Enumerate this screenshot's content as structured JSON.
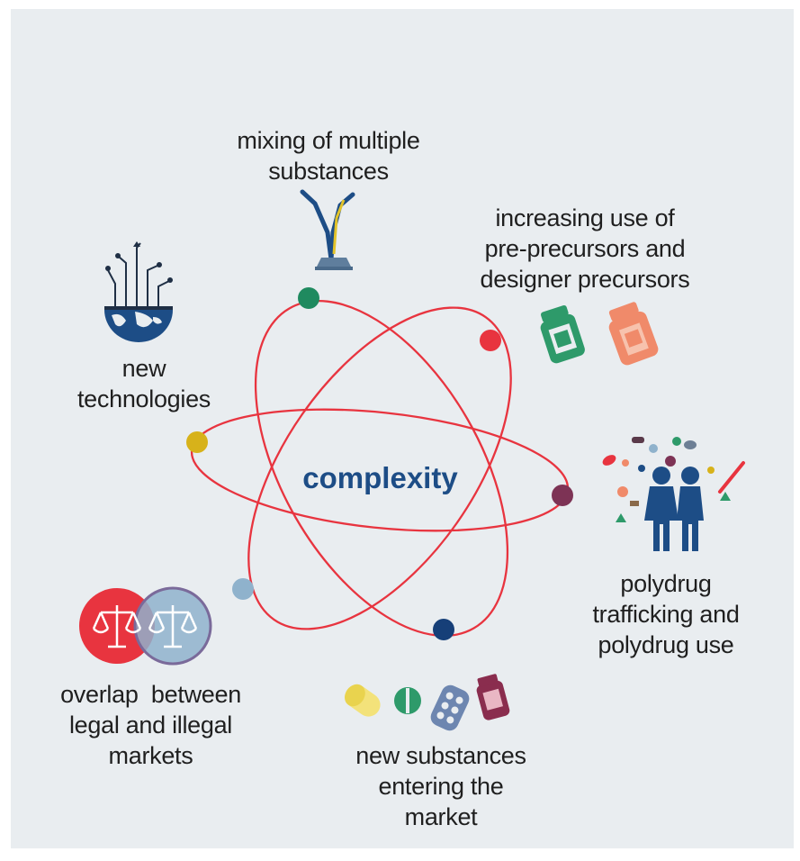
{
  "diagram": {
    "center": "complexity",
    "factors": {
      "mixing": {
        "line1": "mixing of multiple",
        "line2": "substances"
      },
      "precursors": {
        "line1": "increasing use of",
        "line2": "pre-precursors and",
        "line3": "designer precursors"
      },
      "technologies": {
        "line1": "new",
        "line2": "technologies"
      },
      "polydrug": {
        "line1": "polydrug",
        "line2": "trafficking and",
        "line3": "polydrug use"
      },
      "overlap": {
        "line1": "overlap  between",
        "line2": "legal and illegal",
        "line3": "markets"
      },
      "substances": {
        "line1": "new substances",
        "line2": "entering the",
        "line3": "market"
      }
    },
    "colors": {
      "orbit": "#e8343f",
      "text_center": "#1d4d86",
      "dot_green": "#1f8a5f",
      "dot_red": "#e8343f",
      "dot_yellow": "#d7b21a",
      "dot_maroon": "#7d3355",
      "dot_navy": "#163f78",
      "dot_lightblue": "#8fb2cc",
      "background": "#e9edf0"
    },
    "icons": [
      "funnel-icon",
      "globe-tech-icon",
      "medicine-bottles-icon",
      "people-pills-icon",
      "scales-icon",
      "pills-icon"
    ]
  }
}
